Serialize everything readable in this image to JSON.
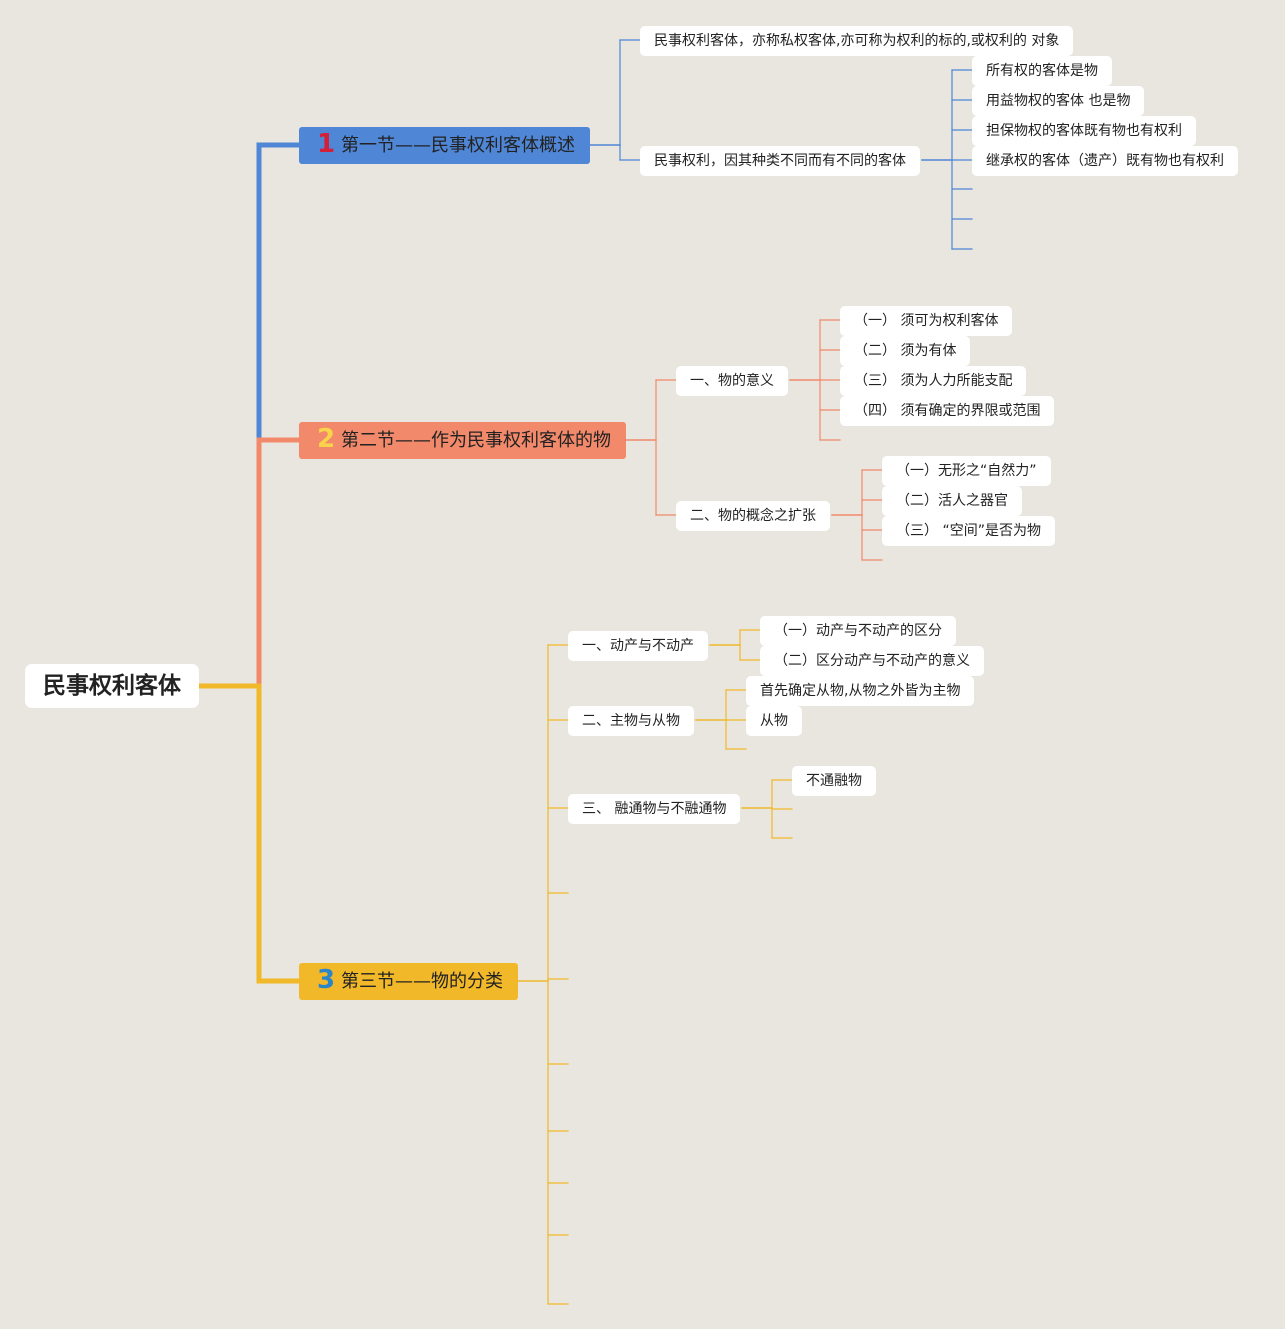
{
  "root": "民事权利客体",
  "colors": {
    "background": "#e9e6df",
    "section1": "#4f86d6",
    "section2": "#f1896a",
    "section3": "#f1b829"
  },
  "sections": [
    {
      "num": "1",
      "label": "第一节——民事权利客体概述",
      "children": [
        {
          "label": "民事权利客体，亦称私权客体,亦可称为权利的标的,或权利的 对象",
          "children": []
        },
        {
          "label": "民事权利，因其种类不同而有不同的客体",
          "children": [
            "所有权的客体是物",
            "用益物权的客体 也是物",
            "担保物权的客体既有物也有权利",
            "继承权的客体（遗产）既有物也有权利"
          ]
        }
      ]
    },
    {
      "num": "2",
      "label": "第二节——作为民事权利客体的物",
      "children": [
        {
          "label": "一、物的意义",
          "children": [
            "（一） 须可为权利客体",
            "（二） 须为有体",
            "（三） 须为人力所能支配",
            "（四） 须有确定的界限或范围"
          ]
        },
        {
          "label": "二、物的概念之扩张",
          "children": [
            "（一）无形之“自然力”",
            "（二）活人之器官",
            "（三） “空间”是否为物"
          ]
        }
      ]
    },
    {
      "num": "3",
      "label": "第三节——物的分类",
      "children": [
        {
          "label": "一、动产与不动产",
          "children": [
            "（一）动产与不动产的区分",
            "（二）区分动产与不动产的意义"
          ]
        },
        {
          "label": "二、主物与从物",
          "children": [
            "首先确定从物,从物之外皆为主物",
            "从物"
          ]
        },
        {
          "label": "三、 融通物与不融通物",
          "children": [
            "不通融物"
          ]
        }
      ]
    }
  ]
}
